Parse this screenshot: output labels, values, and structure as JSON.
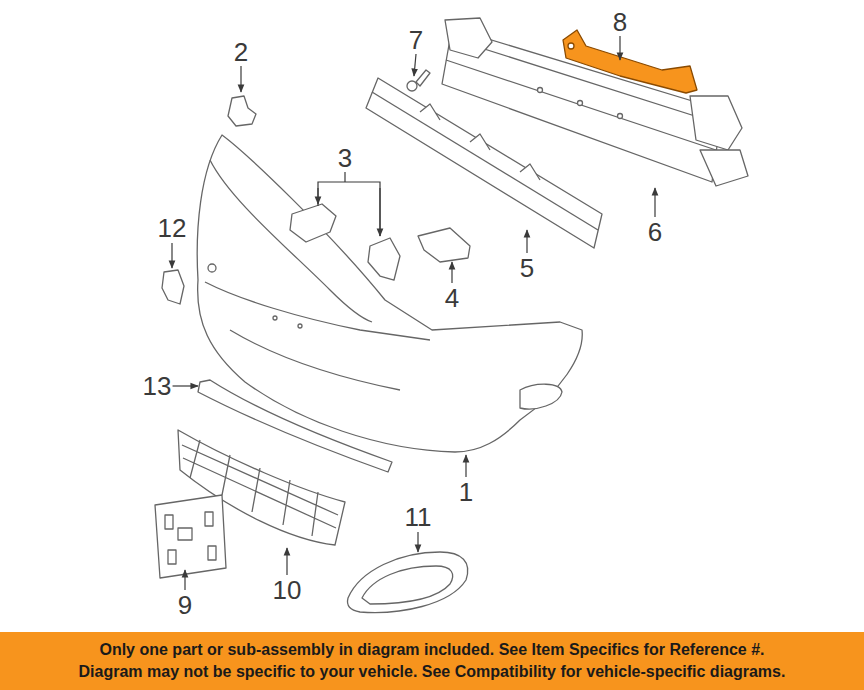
{
  "diagram": {
    "nodes": [
      {
        "text": [
          "Only one part or sub-assembly in diagram included. See Item Specifics for Reference #.",
          "Diagram may not be specific to your vehicle. See Compatibility for vehicle-specific diagrams."
        ]
      }
    ],
    "labels": [
      "8",
      "7",
      "2",
      "3",
      "12",
      "6",
      "5",
      "4",
      "13",
      "1",
      "11",
      "9",
      "10"
    ]
  }
}
